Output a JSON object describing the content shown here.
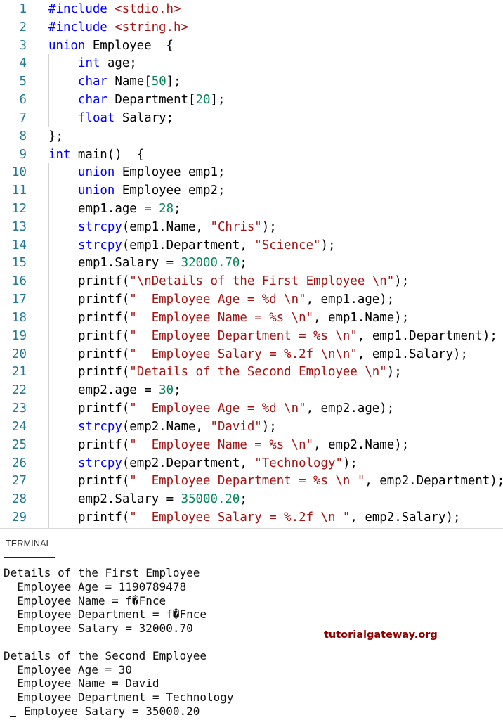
{
  "editor": {
    "lines": [
      {
        "n": "1",
        "tokens": [
          {
            "t": "#include ",
            "c": "kw"
          },
          {
            "t": "<stdio.h>",
            "c": "str"
          }
        ]
      },
      {
        "n": "2",
        "tokens": [
          {
            "t": "#include ",
            "c": "kw"
          },
          {
            "t": "<string.h>",
            "c": "str"
          }
        ]
      },
      {
        "n": "3",
        "tokens": [
          {
            "t": "union",
            "c": "kw"
          },
          {
            "t": " Employee  {",
            "c": ""
          }
        ]
      },
      {
        "n": "4",
        "indent": true,
        "tokens": [
          {
            "t": "int",
            "c": "kw"
          },
          {
            "t": " age;",
            "c": ""
          }
        ]
      },
      {
        "n": "5",
        "indent": true,
        "tokens": [
          {
            "t": "char",
            "c": "kw"
          },
          {
            "t": " Name[",
            "c": ""
          },
          {
            "t": "50",
            "c": "num"
          },
          {
            "t": "];",
            "c": ""
          }
        ]
      },
      {
        "n": "6",
        "indent": true,
        "tokens": [
          {
            "t": "char",
            "c": "kw"
          },
          {
            "t": " Department[",
            "c": ""
          },
          {
            "t": "20",
            "c": "num"
          },
          {
            "t": "];",
            "c": ""
          }
        ]
      },
      {
        "n": "7",
        "indent": true,
        "tokens": [
          {
            "t": "float",
            "c": "kw"
          },
          {
            "t": " Salary;",
            "c": ""
          }
        ]
      },
      {
        "n": "8",
        "tokens": [
          {
            "t": "};",
            "c": ""
          }
        ]
      },
      {
        "n": "9",
        "tokens": [
          {
            "t": "int",
            "c": "kw"
          },
          {
            "t": " main()  {",
            "c": ""
          }
        ]
      },
      {
        "n": "10",
        "indent": true,
        "tokens": [
          {
            "t": "union",
            "c": "kw"
          },
          {
            "t": " Employee emp1;",
            "c": ""
          }
        ]
      },
      {
        "n": "11",
        "indent": true,
        "tokens": [
          {
            "t": "union",
            "c": "kw"
          },
          {
            "t": " Employee emp2;",
            "c": ""
          }
        ]
      },
      {
        "n": "12",
        "indent": true,
        "tokens": [
          {
            "t": "emp1.age = ",
            "c": ""
          },
          {
            "t": "28",
            "c": "num"
          },
          {
            "t": ";",
            "c": ""
          }
        ]
      },
      {
        "n": "13",
        "indent": true,
        "tokens": [
          {
            "t": "strcpy",
            "c": "kw"
          },
          {
            "t": "(emp1.Name, ",
            "c": ""
          },
          {
            "t": "\"Chris\"",
            "c": "str"
          },
          {
            "t": ");",
            "c": ""
          }
        ]
      },
      {
        "n": "14",
        "indent": true,
        "tokens": [
          {
            "t": "strcpy",
            "c": "kw"
          },
          {
            "t": "(emp1.Department, ",
            "c": ""
          },
          {
            "t": "\"Science\"",
            "c": "str"
          },
          {
            "t": ");",
            "c": ""
          }
        ]
      },
      {
        "n": "15",
        "indent": true,
        "tokens": [
          {
            "t": "emp1.Salary = ",
            "c": ""
          },
          {
            "t": "32000.70",
            "c": "num"
          },
          {
            "t": ";",
            "c": ""
          }
        ]
      },
      {
        "n": "16",
        "indent": true,
        "tokens": [
          {
            "t": "printf(",
            "c": ""
          },
          {
            "t": "\"\\nDetails of the First Employee \\n\"",
            "c": "str"
          },
          {
            "t": ");",
            "c": ""
          }
        ]
      },
      {
        "n": "17",
        "indent": true,
        "tokens": [
          {
            "t": "printf(",
            "c": ""
          },
          {
            "t": "\"  Employee Age = %d \\n\"",
            "c": "str"
          },
          {
            "t": ", emp1.age);",
            "c": ""
          }
        ]
      },
      {
        "n": "18",
        "indent": true,
        "tokens": [
          {
            "t": "printf(",
            "c": ""
          },
          {
            "t": "\"  Employee Name = %s \\n\"",
            "c": "str"
          },
          {
            "t": ", emp1.Name);",
            "c": ""
          }
        ]
      },
      {
        "n": "19",
        "indent": true,
        "tokens": [
          {
            "t": "printf(",
            "c": ""
          },
          {
            "t": "\"  Employee Department = %s \\n\"",
            "c": "str"
          },
          {
            "t": ", emp1.Department);",
            "c": ""
          }
        ]
      },
      {
        "n": "20",
        "indent": true,
        "tokens": [
          {
            "t": "printf(",
            "c": ""
          },
          {
            "t": "\"  Employee Salary = %.2f \\n\\n\"",
            "c": "str"
          },
          {
            "t": ", emp1.Salary);",
            "c": ""
          }
        ]
      },
      {
        "n": "21",
        "indent": true,
        "tokens": [
          {
            "t": "printf(",
            "c": ""
          },
          {
            "t": "\"Details of the Second Employee \\n\"",
            "c": "str"
          },
          {
            "t": ");",
            "c": ""
          }
        ]
      },
      {
        "n": "22",
        "indent": true,
        "tokens": [
          {
            "t": "emp2.age = ",
            "c": ""
          },
          {
            "t": "30",
            "c": "num"
          },
          {
            "t": ";",
            "c": ""
          }
        ]
      },
      {
        "n": "23",
        "indent": true,
        "tokens": [
          {
            "t": "printf(",
            "c": ""
          },
          {
            "t": "\"  Employee Age = %d \\n\"",
            "c": "str"
          },
          {
            "t": ", emp2.age);",
            "c": ""
          }
        ]
      },
      {
        "n": "24",
        "indent": true,
        "tokens": [
          {
            "t": "strcpy",
            "c": "kw"
          },
          {
            "t": "(emp2.Name, ",
            "c": ""
          },
          {
            "t": "\"David\"",
            "c": "str"
          },
          {
            "t": ");",
            "c": ""
          }
        ]
      },
      {
        "n": "25",
        "indent": true,
        "tokens": [
          {
            "t": "printf(",
            "c": ""
          },
          {
            "t": "\"  Employee Name = %s \\n\"",
            "c": "str"
          },
          {
            "t": ", emp2.Name);",
            "c": ""
          }
        ]
      },
      {
        "n": "26",
        "indent": true,
        "tokens": [
          {
            "t": "strcpy",
            "c": "kw"
          },
          {
            "t": "(emp2.Department, ",
            "c": ""
          },
          {
            "t": "\"Technology\"",
            "c": "str"
          },
          {
            "t": ");",
            "c": ""
          }
        ]
      },
      {
        "n": "27",
        "indent": true,
        "tokens": [
          {
            "t": "printf(",
            "c": ""
          },
          {
            "t": "\"  Employee Department = %s \\n \"",
            "c": "str"
          },
          {
            "t": ", emp2.Department);",
            "c": ""
          }
        ]
      },
      {
        "n": "28",
        "indent": true,
        "tokens": [
          {
            "t": "emp2.Salary = ",
            "c": ""
          },
          {
            "t": "35000.20",
            "c": "num"
          },
          {
            "t": ";",
            "c": ""
          }
        ]
      },
      {
        "n": "29",
        "indent": true,
        "tokens": [
          {
            "t": "printf(",
            "c": ""
          },
          {
            "t": "\"  Employee Salary = %.2f \\n \"",
            "c": "str"
          },
          {
            "t": ", emp2.Salary);",
            "c": ""
          }
        ]
      }
    ],
    "colors": {
      "keyword": "#0000ff",
      "string": "#a31515",
      "number": "#098658",
      "line_number": "#237893",
      "text": "#000000"
    }
  },
  "terminal": {
    "tab_label": "TERMINAL",
    "lines": [
      "Details of the First Employee",
      "  Employee Age = 1190789478",
      "  Employee Name = f�Fnce",
      "  Employee Department = f�Fnce",
      "  Employee Salary = 32000.70",
      "",
      "Details of the Second Employee",
      "  Employee Age = 30",
      "  Employee Name = David",
      "  Employee Department = Technology",
      "   Employee Salary = 35000.20"
    ]
  },
  "watermark": {
    "text": "tutorialgateway.org",
    "color": "#8b0000"
  }
}
